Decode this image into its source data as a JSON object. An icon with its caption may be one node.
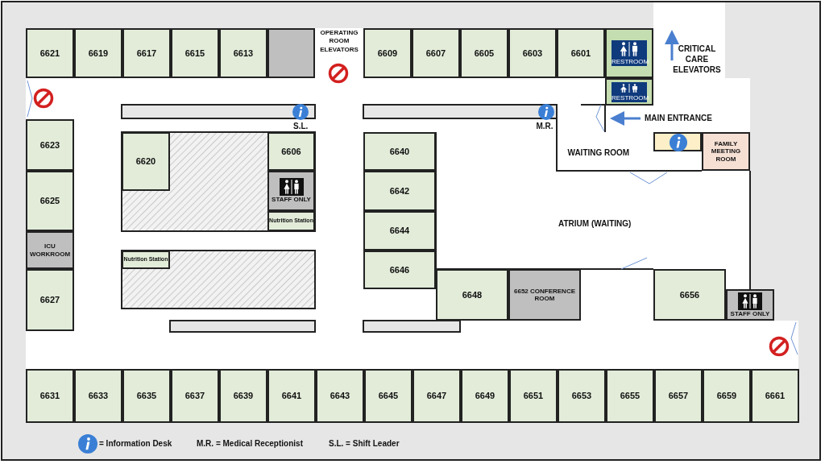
{
  "diagram": {
    "nodes": [
      {
        "text": [
          "6621"
        ]
      },
      {
        "text": [
          "6619"
        ]
      },
      {
        "text": [
          "6617"
        ]
      },
      {
        "text": [
          "6615"
        ]
      },
      {
        "text": [
          "6613"
        ]
      },
      {
        "text": [],
        "shape": "box"
      },
      {
        "text": [
          "6609"
        ]
      },
      {
        "text": [
          "6607"
        ]
      },
      {
        "text": [
          "6605"
        ]
      },
      {
        "text": [
          "6603"
        ]
      },
      {
        "text": [
          "6601"
        ]
      },
      {
        "text": [
          "RESTROOM"
        ]
      },
      {
        "text": [
          "RESTROOM"
        ]
      },
      {
        "text": [
          "6623"
        ]
      },
      {
        "text": [
          "6620"
        ]
      },
      {
        "text": [
          "6606"
        ]
      },
      {
        "text": [
          "6640"
        ]
      },
      {
        "text": [],
        "shape": "box"
      },
      {
        "text": [
          "FAMILY MEETING ROOM"
        ]
      },
      {
        "text": [
          "STAFF ONLY"
        ]
      },
      {
        "text": [
          "6642"
        ]
      },
      {
        "text": [
          "6625"
        ]
      },
      {
        "text": [
          "Nutrition Station"
        ]
      },
      {
        "text": [
          "6644"
        ]
      },
      {
        "text": [
          "ICU WORKROOM"
        ]
      },
      {
        "text": [
          "Nutrition Station"
        ]
      },
      {
        "text": [
          "6646"
        ]
      },
      {
        "text": [
          "6627"
        ]
      },
      {
        "text": [
          "6648"
        ]
      },
      {
        "text": [
          "6652 CONFERENCE ROOM"
        ]
      },
      {
        "text": [
          "6656"
        ]
      },
      {
        "text": [
          "STAFF ONLY"
        ]
      },
      {
        "text": [
          "6631"
        ]
      },
      {
        "text": [
          "6633"
        ]
      },
      {
        "text": [
          "6635"
        ]
      },
      {
        "text": [
          "6637"
        ]
      },
      {
        "text": [
          "6639"
        ]
      },
      {
        "text": [
          "6641"
        ]
      },
      {
        "text": [
          "6643"
        ]
      },
      {
        "text": [
          "6645"
        ]
      },
      {
        "text": [
          "6647"
        ]
      },
      {
        "text": [
          "6649"
        ]
      },
      {
        "text": [
          "6651"
        ]
      },
      {
        "text": [
          "6653"
        ]
      },
      {
        "text": [
          "6655"
        ]
      },
      {
        "text": [
          "6657"
        ]
      },
      {
        "text": [
          "6659"
        ]
      },
      {
        "text": [
          "6661"
        ]
      }
    ],
    "edges": [],
    "labels": [
      "OPERATING ROOM ELEVATORS",
      "CRITICAL CARE ELEVATORS",
      "S.L.",
      "M.R.",
      "MAIN ENTRANCE",
      "WAITING ROOM",
      "ATRIUM (WAITING)"
    ],
    "legend": [
      {
        "text": "= Information Desk"
      },
      {
        "text": "M.R. = Medical Receptionist"
      },
      {
        "text": "S.L. = Shift Leader"
      }
    ]
  }
}
